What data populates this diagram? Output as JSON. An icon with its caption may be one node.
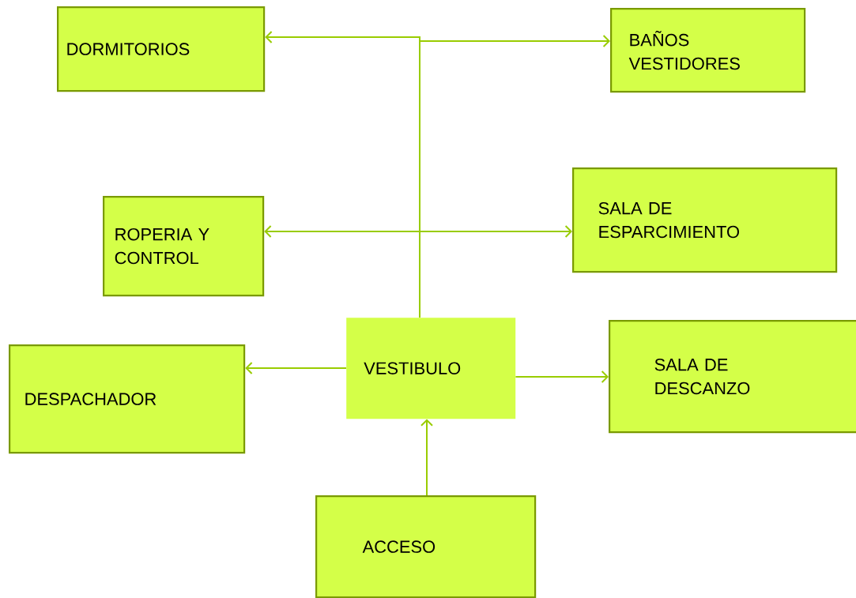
{
  "diagram": {
    "nodes": [
      {
        "text": [
          "DORMITORIOS"
        ]
      },
      {
        "text": [
          "BAÑOS VESTIDORES"
        ]
      },
      {
        "text": [
          "ROPERIA Y CONTROL"
        ]
      },
      {
        "text": [
          "SALA DE ESPARCIMIENTO"
        ]
      },
      {
        "text": [
          "DESPACHADOR"
        ]
      },
      {
        "text": [
          "VESTIBULO"
        ]
      },
      {
        "text": [
          "SALA DE DESCANZO"
        ]
      },
      {
        "text": [
          "ACCESO"
        ]
      }
    ],
    "edges": [
      {
        "from": 5,
        "to": 0,
        "arrow": "to"
      },
      {
        "from": 5,
        "to": 1,
        "arrow": "to"
      },
      {
        "from": 5,
        "to": 2,
        "arrow": "to"
      },
      {
        "from": 5,
        "to": 3,
        "arrow": "to"
      },
      {
        "from": 5,
        "to": 4,
        "arrow": "to"
      },
      {
        "from": 5,
        "to": 6,
        "arrow": "to"
      },
      {
        "from": 7,
        "to": 5,
        "arrow": "to"
      }
    ]
  }
}
